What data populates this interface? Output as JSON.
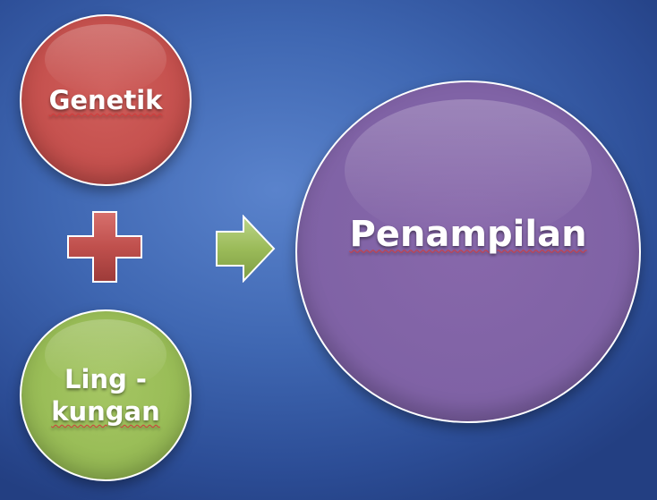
{
  "diagram": {
    "genetik": {
      "label": "Genetik",
      "color": "#c44f4c"
    },
    "lingkungan": {
      "line1": "Ling -",
      "line2": "kungan",
      "color": "#97bb55"
    },
    "penampilan": {
      "label": "Penampilan",
      "color": "#7f62a5"
    },
    "plus": {
      "icon": "plus-icon",
      "color": "#c0504d"
    },
    "arrow": {
      "icon": "arrow-right-icon",
      "color": "#9bbb59"
    },
    "background": "#4169b3"
  }
}
